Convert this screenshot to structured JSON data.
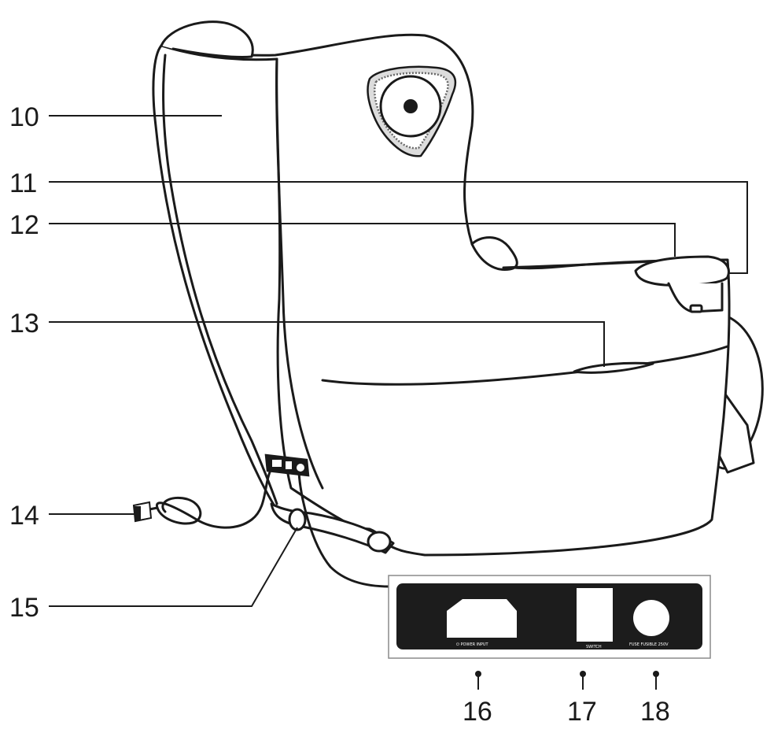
{
  "diagram": {
    "callouts": [
      {
        "id": "10",
        "label": "10"
      },
      {
        "id": "11",
        "label": "11"
      },
      {
        "id": "12",
        "label": "12"
      },
      {
        "id": "13",
        "label": "13"
      },
      {
        "id": "14",
        "label": "14"
      },
      {
        "id": "15",
        "label": "15"
      },
      {
        "id": "16",
        "label": "16"
      },
      {
        "id": "17",
        "label": "17"
      },
      {
        "id": "18",
        "label": "18"
      }
    ],
    "panel": {
      "power_label": "⏻ POWER INPUT",
      "switch_label": "SWITCH",
      "fuse_label": "FUSE FUSIBLE 250V"
    }
  },
  "colors": {
    "line": "#1a1a1a",
    "panel_bg": "#1c1c1c",
    "fill": "#ffffff",
    "detail": "#6a6a6a"
  }
}
